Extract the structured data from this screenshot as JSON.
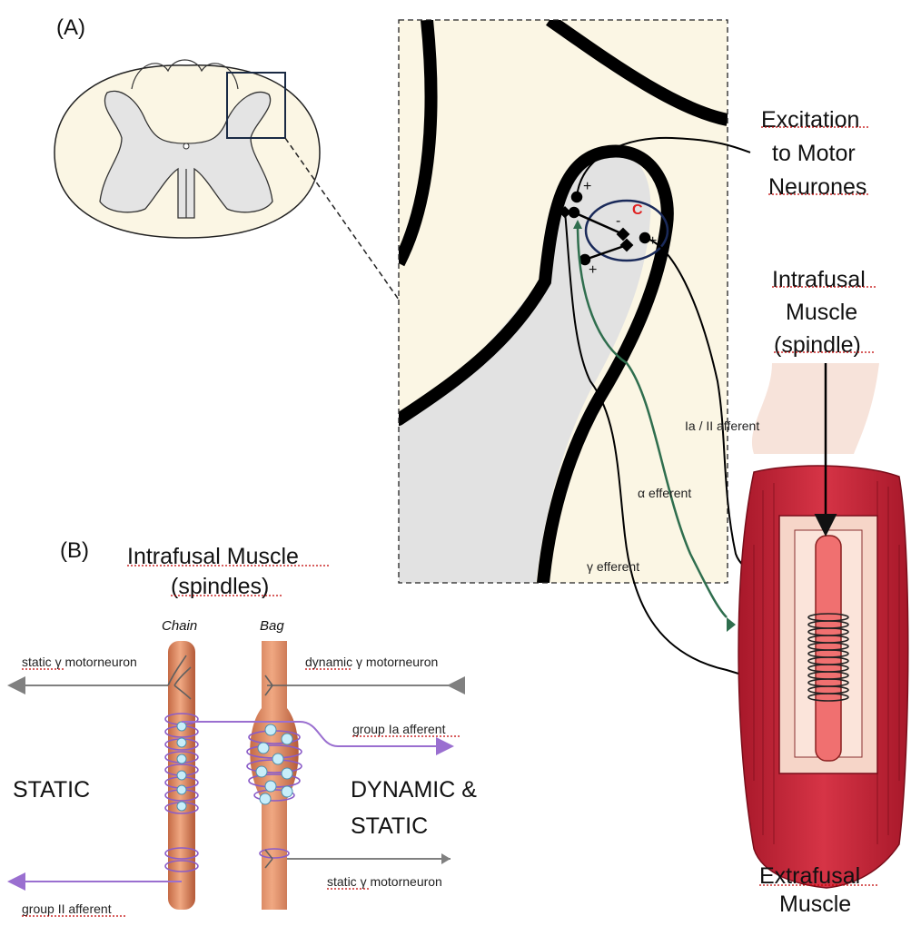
{
  "panel_a": {
    "label": "(A)",
    "excitation": [
      "Excitation",
      "to Motor",
      "Neurones"
    ],
    "intrafusal": [
      "Intrafusal",
      "Muscle",
      "(spindle)"
    ],
    "extrafusal": [
      "Extrafusal",
      "Muscle"
    ],
    "ia_afferent": "Ia / II afferent",
    "alpha_efferent": "α efferent",
    "gamma_efferent": "γ efferent",
    "interneuron": "C",
    "plus": "+",
    "minus": "-"
  },
  "panel_b": {
    "label": "(B)",
    "title": [
      "Intrafusal Muscle",
      "(spindles)"
    ],
    "chain": "Chain",
    "bag": "Bag",
    "static_gamma_top": "static γ motorneuron",
    "dynamic_gamma": "dynamic γ motorneuron",
    "group_ia": "group Ia afferent",
    "static_gamma_bottom": "static γ motorneuron",
    "group_ii": "group II afferent",
    "static": "STATIC",
    "dynamic_static": [
      "DYNAMIC &",
      "STATIC"
    ]
  },
  "colors": {
    "cord_fill": "#fbf6e4",
    "grey_matter": "#e4e4e4",
    "muscle_red": "#c8283a",
    "spindle_pink": "#f6d5c8",
    "spindle_red": "#f07070",
    "efferent_green": "#2f6e4e",
    "nerve_grey": "#808080",
    "afferent_purple": "#9a6fd0",
    "fiber_orange": "#dd8a62",
    "interneuron_red": "#e02020"
  }
}
